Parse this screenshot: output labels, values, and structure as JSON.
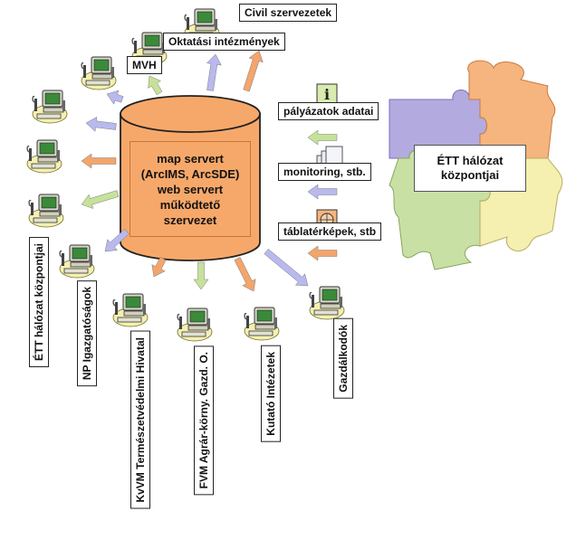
{
  "server": {
    "lines": [
      "map servert",
      "(ArcIMS, ArcSDE)",
      "web servert",
      "működtető",
      "szervezet"
    ]
  },
  "top_labels": {
    "civil": "Civil szervezetek",
    "oktatasi": "Oktatási intézmények",
    "mvh": "MVH"
  },
  "data_labels": {
    "palyazatok": "pályázatok adatai",
    "monitoring": "monitoring, stb.",
    "tablaterkepek": "táblatérképek, stb"
  },
  "puzzle": {
    "center_lines": [
      "ÉTT hálózat",
      "központjai"
    ]
  },
  "bottom_labels": {
    "ett": "ÉTT hálózat központjai",
    "np": "NP Igazgatóságok",
    "kvvm": "KvVM Természetvédelmi Hivatal",
    "fvm": "FVM Agrár-körny. Gazd. O.",
    "kutato": "Kutató Intézetek",
    "gazdalkodok": "Gazdálkodók"
  },
  "colors": {
    "server_fill": "#f6a86a",
    "arrow_orange": "#f4a56b",
    "arrow_lavender": "#b9b9ef",
    "arrow_green": "#c6e29a",
    "puzzle_purple": "#b3abe0",
    "puzzle_orange": "#f6b47f",
    "puzzle_green": "#c9e0a4",
    "puzzle_yellow": "#f5efb0"
  }
}
